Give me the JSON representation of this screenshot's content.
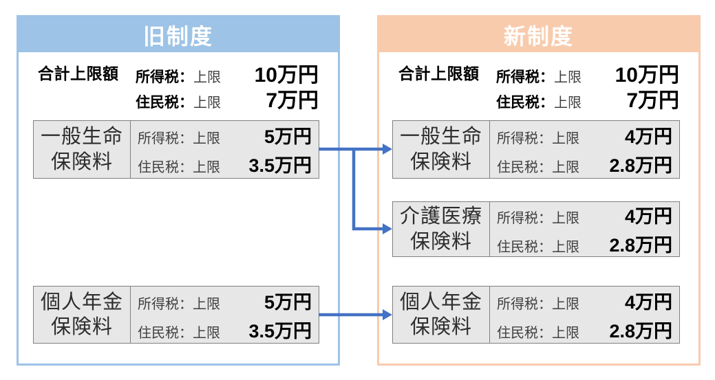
{
  "colors": {
    "old_accent": "#9DC3E6",
    "new_accent": "#F8CBAD",
    "arrow": "#4472C4",
    "box_fill": "#E8E7E7",
    "box_border": "#7F7F7F",
    "text_soft": "#3F3F3F"
  },
  "old_panel": {
    "title": "旧制度",
    "total_label": "合計上限額",
    "total_rows": [
      {
        "tax": "所得税：",
        "limit": "上限",
        "value": "10万円"
      },
      {
        "tax": "住民税：",
        "limit": "上限",
        "value": "7万円"
      }
    ],
    "boxes": [
      {
        "name1": "一般生命",
        "name2": "保険料",
        "rows": [
          {
            "label": "所得税：上限",
            "value": "5万円"
          },
          {
            "label": "住民税：上限",
            "value": "3.5万円"
          }
        ]
      },
      {
        "name1": "個人年金",
        "name2": "保険料",
        "rows": [
          {
            "label": "所得税：上限",
            "value": "5万円"
          },
          {
            "label": "住民税：上限",
            "value": "3.5万円"
          }
        ]
      }
    ]
  },
  "new_panel": {
    "title": "新制度",
    "total_label": "合計上限額",
    "total_rows": [
      {
        "tax": "所得税：",
        "limit": "上限",
        "value": "10万円"
      },
      {
        "tax": "住民税：",
        "limit": "上限",
        "value": "7万円"
      }
    ],
    "boxes": [
      {
        "name1": "一般生命",
        "name2": "保険料",
        "rows": [
          {
            "label": "所得税：上限",
            "value": "4万円"
          },
          {
            "label": "住民税：上限",
            "value": "2.8万円"
          }
        ]
      },
      {
        "name1": "介護医療",
        "name2": "保険料",
        "rows": [
          {
            "label": "所得税：上限",
            "value": "4万円"
          },
          {
            "label": "住民税：上限",
            "value": "2.8万円"
          }
        ]
      },
      {
        "name1": "個人年金",
        "name2": "保険料",
        "rows": [
          {
            "label": "所得税：上限",
            "value": "4万円"
          },
          {
            "label": "住民税：上限",
            "value": "2.8万円"
          }
        ]
      }
    ]
  }
}
